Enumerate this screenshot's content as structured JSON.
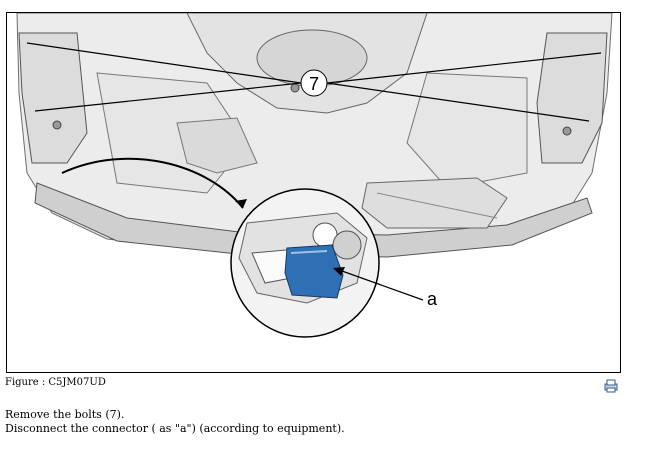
{
  "figure": {
    "callout_bolts": "7",
    "callout_connector": "a",
    "caption": "Figure : C5JM07UD"
  },
  "instructions": [
    "Remove the bolts (7).",
    "Disconnect the connector ( as \"a\") (according to equipment)."
  ],
  "icons": {
    "print": "print-icon"
  },
  "colors": {
    "connector": "#2f6fb4",
    "line": "#000000",
    "body_fill": "#e9e9e9",
    "body_stroke": "#7a7a7a"
  }
}
